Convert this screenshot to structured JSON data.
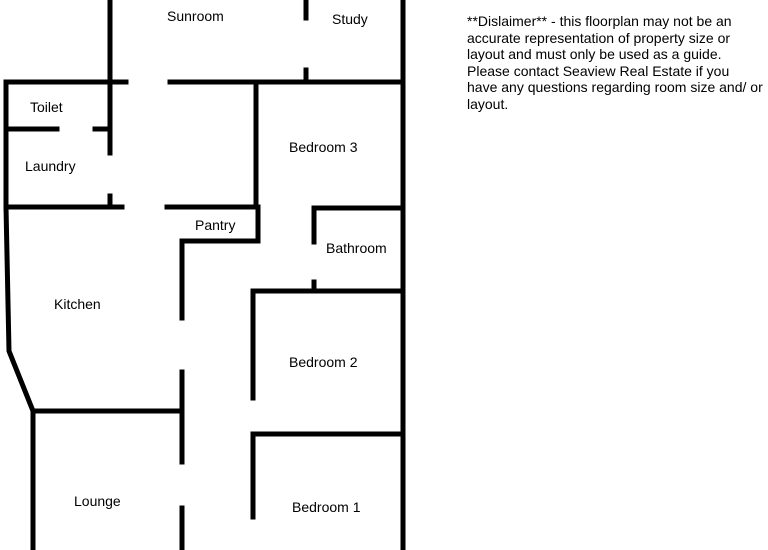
{
  "rooms": {
    "sunroom": "Sunroom",
    "study": "Study",
    "toilet": "Toilet",
    "laundry": "Laundry",
    "bedroom3": "Bedroom 3",
    "pantry": "Pantry",
    "bathroom": "Bathroom",
    "kitchen": "Kitchen",
    "bedroom2": "Bedroom 2",
    "lounge": "Lounge",
    "bedroom1": "Bedroom 1"
  },
  "disclaimer": "**Dislaimer** - this floorplan may not be an accurate representation of property size or layout and must only be used as a guide. Please contact Seaview Real Estate if you have any questions regarding room size and/ or layout.",
  "colors": {
    "wall": "#000000",
    "background": "#ffffff"
  }
}
